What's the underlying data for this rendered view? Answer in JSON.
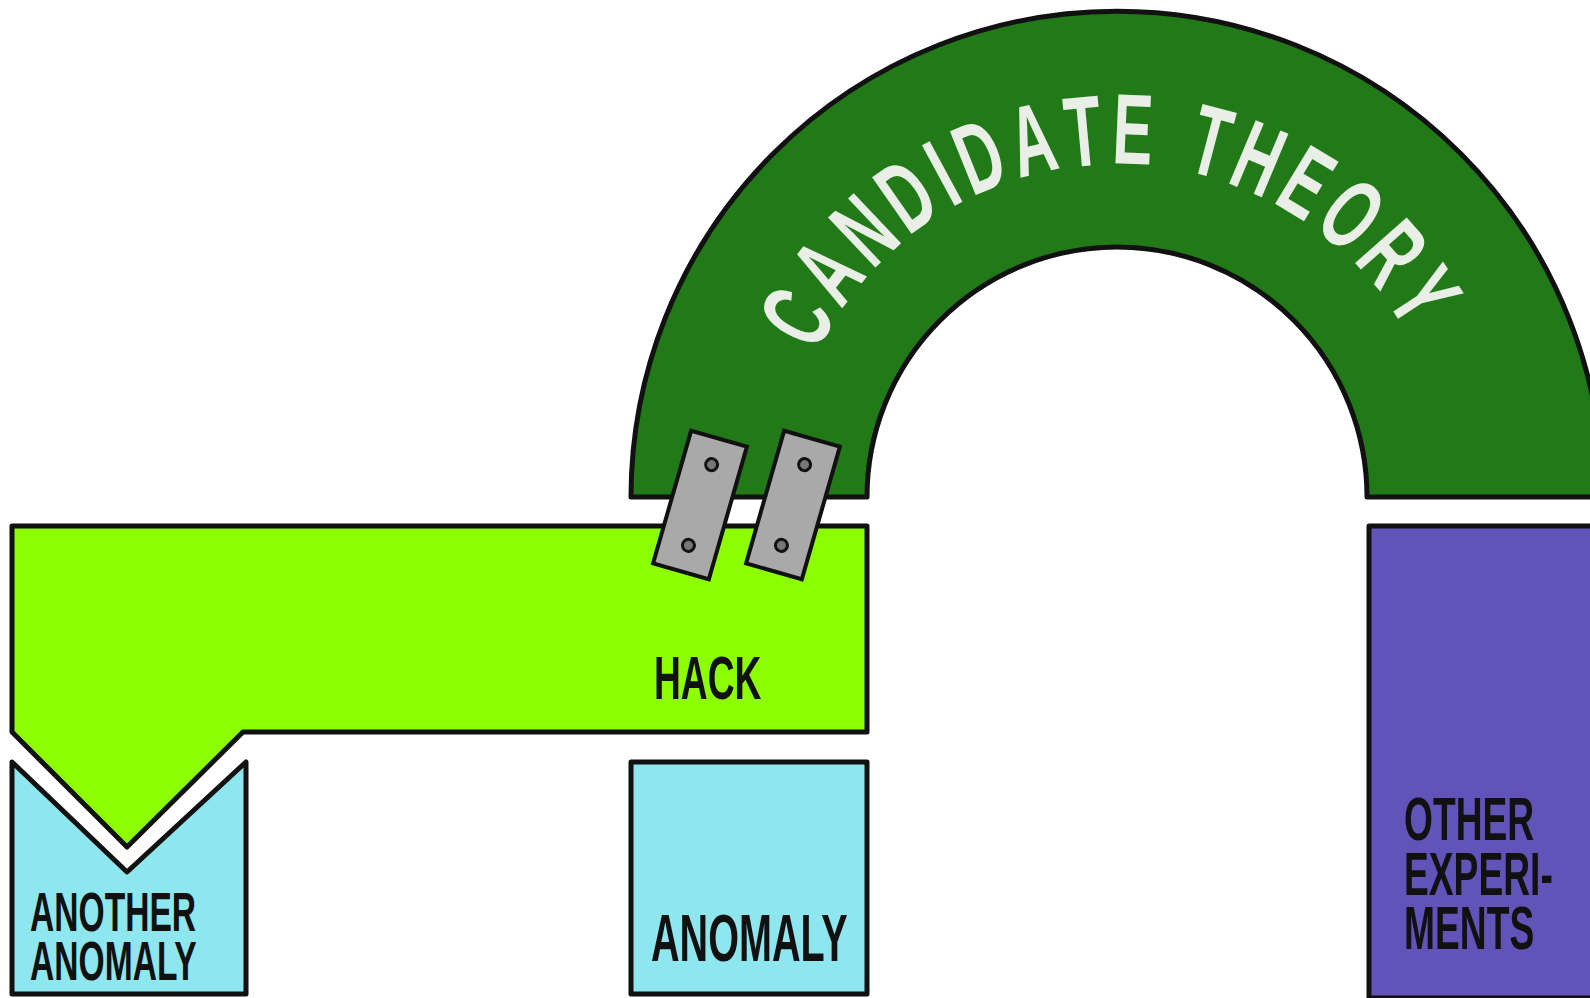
{
  "diagram": {
    "nodes": [
      {
        "text": [
          "CANDIDATE THEORY"
        ]
      },
      {
        "text": [
          "HACK"
        ]
      },
      {
        "text": [
          "ANOTHER ANOMALY"
        ]
      },
      {
        "text": [
          "ANOMALY"
        ]
      },
      {
        "text": [
          "OTHER EXPERI- MENTS"
        ]
      }
    ]
  }
}
